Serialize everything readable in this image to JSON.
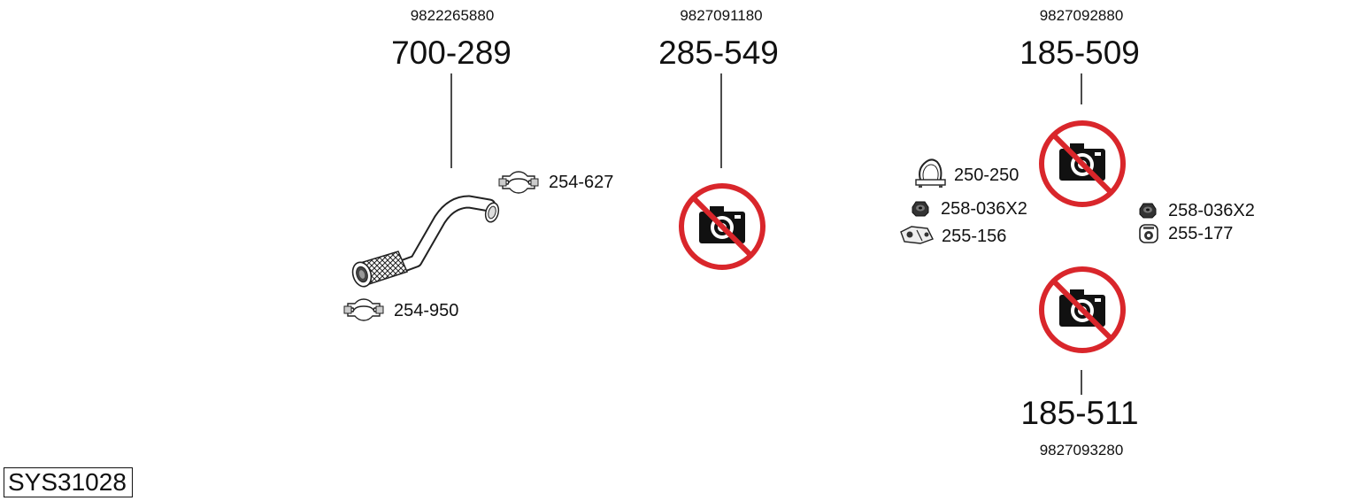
{
  "system_code": "SYS31028",
  "parts": [
    {
      "oem": "9822265880",
      "part_no": "700-289",
      "image": "flex-pipe-illustration"
    },
    {
      "oem": "9827091180",
      "part_no": "285-549",
      "image": "no-photo-icon"
    },
    {
      "oem": "9827092880",
      "part_no": "185-509",
      "image": "no-photo-icon"
    },
    {
      "oem": "9827093280",
      "part_no": "185-511",
      "image": "no-photo-icon"
    }
  ],
  "accessories": [
    {
      "part_no": "254-627",
      "icon": "clamp-icon"
    },
    {
      "part_no": "254-950",
      "icon": "clamp-icon"
    },
    {
      "part_no": "250-250",
      "icon": "u-clamp-icon"
    },
    {
      "part_no": "258-036X2",
      "icon": "nut-icon"
    },
    {
      "part_no": "255-156",
      "icon": "bracket-icon"
    },
    {
      "part_no": "258-036X2",
      "icon": "nut-icon"
    },
    {
      "part_no": "255-177",
      "icon": "rubber-mount-icon"
    }
  ],
  "colors": {
    "no_photo_red": "#d9262b",
    "line": "#111111"
  }
}
